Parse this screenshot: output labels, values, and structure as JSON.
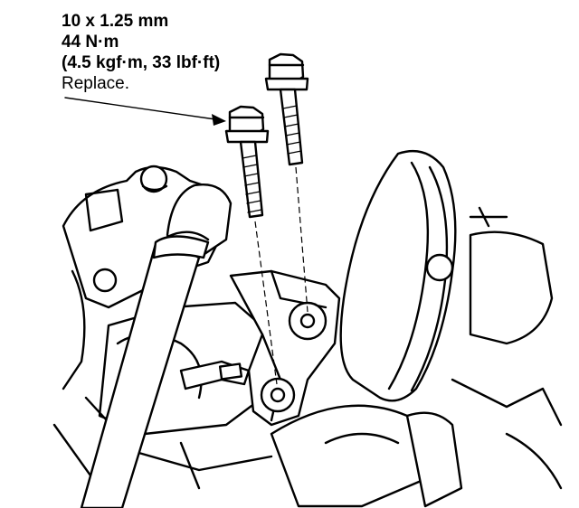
{
  "callout": {
    "size": "10 x 1.25 mm",
    "torque_nm": "44 N·m",
    "torque_alt": "(4.5 kgf·m, 33 lbf·ft)",
    "action": "Replace."
  },
  "colors": {
    "line": "#000000",
    "background": "#ffffff"
  },
  "icons": [
    "bolt-icon",
    "arrow-icon"
  ]
}
